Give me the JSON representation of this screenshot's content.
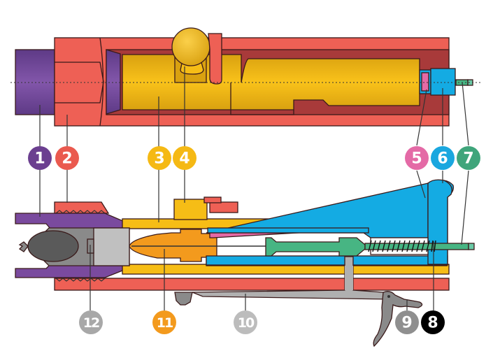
{
  "title": "Bolt action cross-section diagram",
  "labels": [
    {
      "id": "1",
      "text": "1",
      "color": "#6b3f90"
    },
    {
      "id": "2",
      "text": "2",
      "color": "#ea5a4f"
    },
    {
      "id": "3",
      "text": "3",
      "color": "#f5b914"
    },
    {
      "id": "4",
      "text": "4",
      "color": "#f5b914"
    },
    {
      "id": "5",
      "text": "5",
      "color": "#e46aa6"
    },
    {
      "id": "6",
      "text": "6",
      "color": "#1aa7df"
    },
    {
      "id": "7",
      "text": "7",
      "color": "#3fa57b"
    },
    {
      "id": "8",
      "text": "8",
      "color": "#000000"
    },
    {
      "id": "9",
      "text": "9",
      "color": "#8f8f8f"
    },
    {
      "id": "10",
      "text": "10",
      "color": "#bcbcbc"
    },
    {
      "id": "11",
      "text": "11",
      "color": "#f39a1d"
    },
    {
      "id": "12",
      "text": "12",
      "color": "#a8a8a8"
    }
  ],
  "colors": {
    "barrel": "#7a4a9e",
    "receiver": "#ee6055",
    "receiver_dark": "#a83a3a",
    "bolt": "#f6bd16",
    "firing_pin_tip": "#f39a1d",
    "pink": "#e46aa6",
    "blue": "#14abe3",
    "green": "#47b583",
    "gray": "#b0b0b0"
  }
}
